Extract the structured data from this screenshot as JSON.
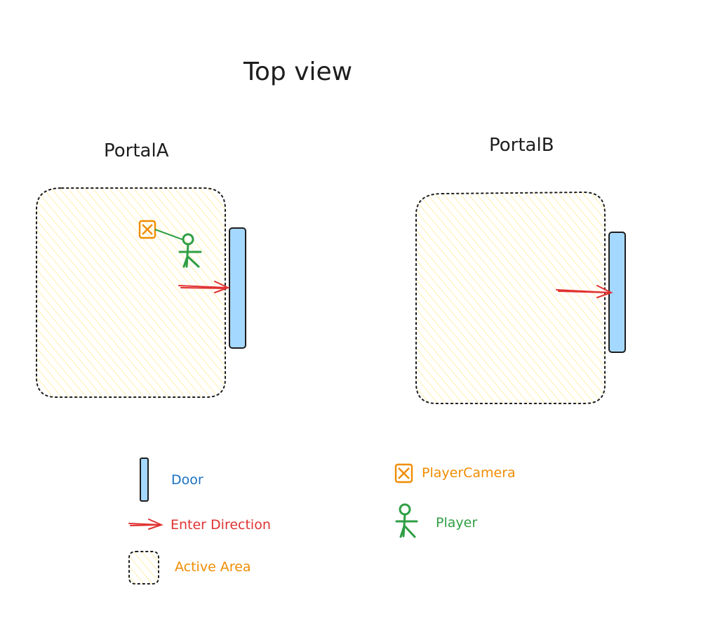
{
  "title": "Top view",
  "portals": [
    {
      "label": "PortalA"
    },
    {
      "label": "PortalB"
    }
  ],
  "legend": {
    "door": "Door",
    "enter_direction": "Enter Direction",
    "active_area": "Active Area",
    "player_camera": "PlayerCamera",
    "player": "Player"
  },
  "colors": {
    "door_fill": "#a5d8ff",
    "door_text": "#1971c2",
    "arrow": "#e03131",
    "area_hatch": "#ffec99",
    "area_text": "#f08c00",
    "camera": "#f08c00",
    "player": "#2f9e44",
    "stroke": "#1e1e1e"
  }
}
